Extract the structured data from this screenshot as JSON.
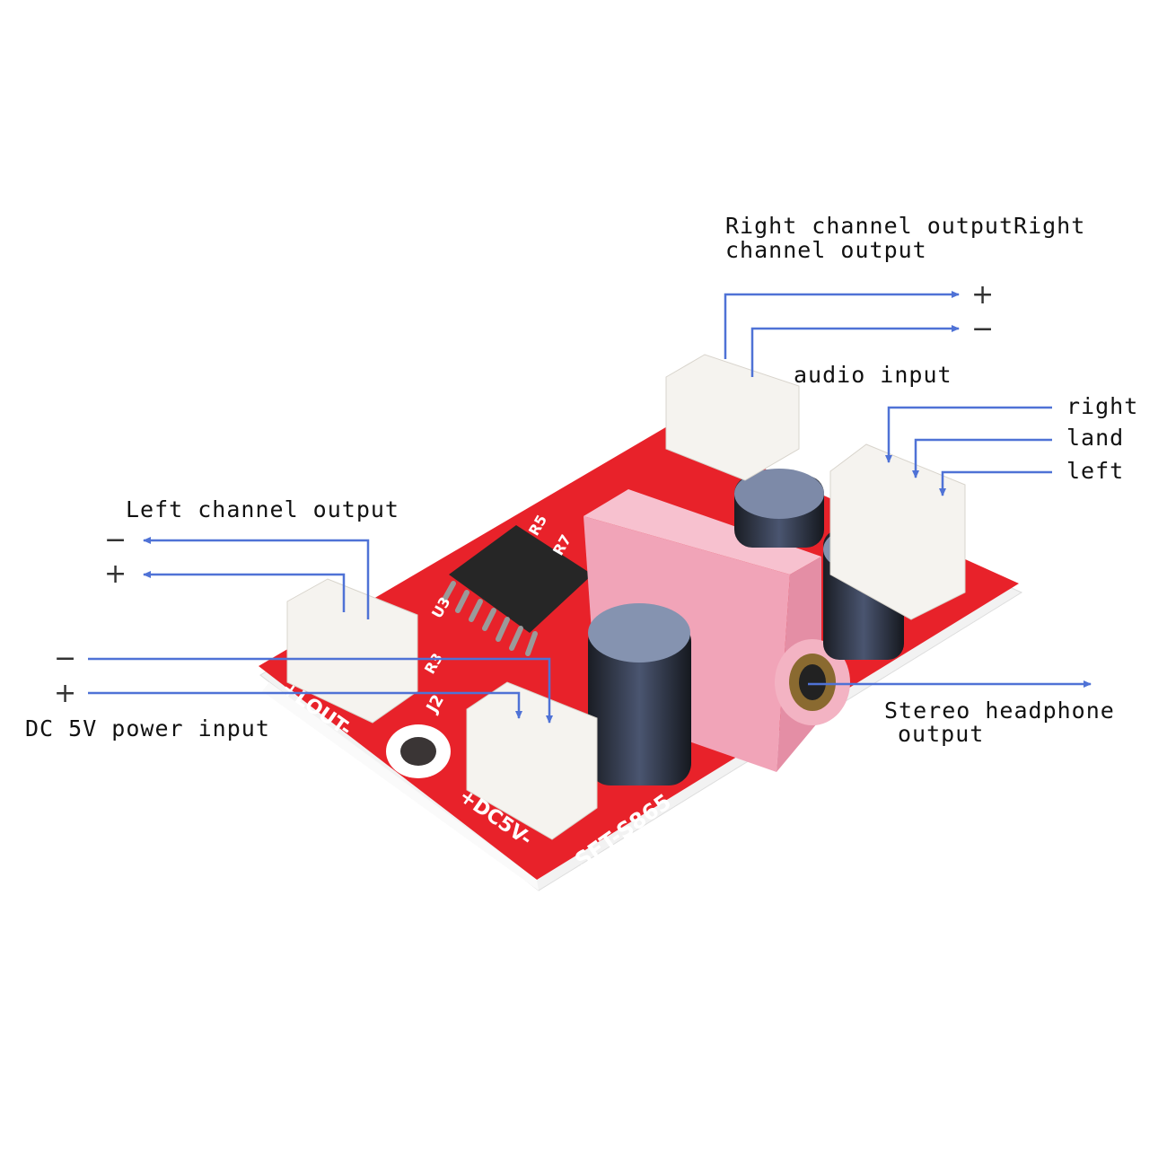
{
  "labels": {
    "right_channel_output_line1": "Right channel outputRight",
    "right_channel_output_line2": "channel output",
    "audio_input": "audio input",
    "right": "right",
    "land": "land",
    "left": "left",
    "left_channel_output": "Left channel output",
    "dc_power_input": "DC 5V power input",
    "stereo_headphone_line1": "Stereo headphone",
    "stereo_headphone_line2": "output"
  },
  "signs": {
    "right_plus": "+",
    "right_minus": "−",
    "left_minus": "−",
    "left_plus": "+",
    "dc_minus": "−",
    "dc_plus": "+"
  },
  "silkscreen": {
    "lout": "+LOUT-",
    "dc5v": "+DC5V-",
    "model": "SFT-S865",
    "j2": "J2",
    "r3": "R3",
    "u3": "U3",
    "r5": "R5",
    "r7": "R7"
  },
  "colors": {
    "arrow": "#4f72d6",
    "pcb": "#e8222a",
    "jack": "#f1a4b8"
  }
}
